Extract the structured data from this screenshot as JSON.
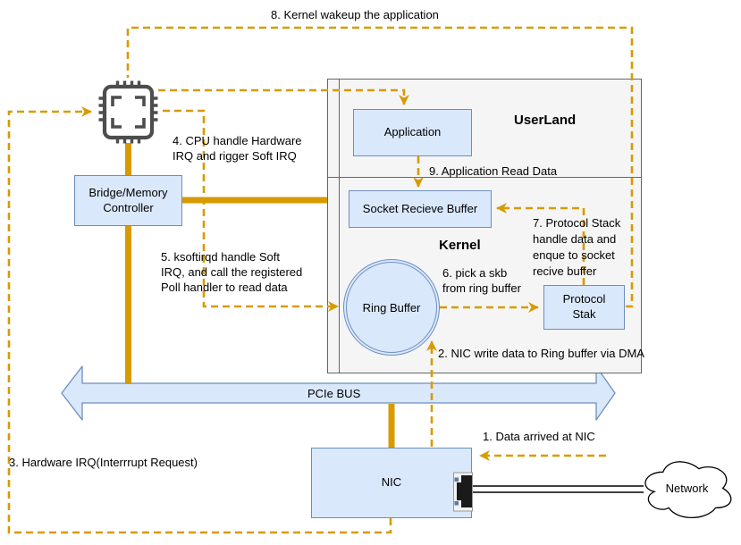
{
  "colors": {
    "accent_orange": "#D79B00",
    "node_fill": "#DAE8FC",
    "node_border": "#6C8EBF",
    "container_fill": "#F5F5F5",
    "container_border": "#666666",
    "chip_gray": "#4D4D4D"
  },
  "sections": {
    "userland_label": "UserLand",
    "kernel_label": "Kernel"
  },
  "nodes": {
    "application": "Application",
    "socket_buffer": "Socket Recieve Buffer",
    "protocol_stack": "Protocol\nStak",
    "ring_buffer": "Ring Buffer",
    "bridge": "Bridge/Memory\nController",
    "nic": "NIC",
    "pcie_bus": "PCIe BUS",
    "network": "Network"
  },
  "annotations": {
    "step1": "1. Data arrived at NIC",
    "step2": "2. NIC write data to Ring buffer via DMA",
    "step3": "3. Hardware IRQ(Interrrupt Request)",
    "step4": "4. CPU handle Hardware\nIRQ and rigger Soft IRQ",
    "step5": "5. ksoftirqd handle Soft\nIRQ, and call the registered\nPoll handler to read data",
    "step6": "6. pick a skb\nfrom ring buffer",
    "step7": "7. Protocol Stack\nhandle data and\nenque to socket\nrecive buffer",
    "step8": "8. Kernel wakeup the application",
    "step9": "9. Application Read Data"
  }
}
